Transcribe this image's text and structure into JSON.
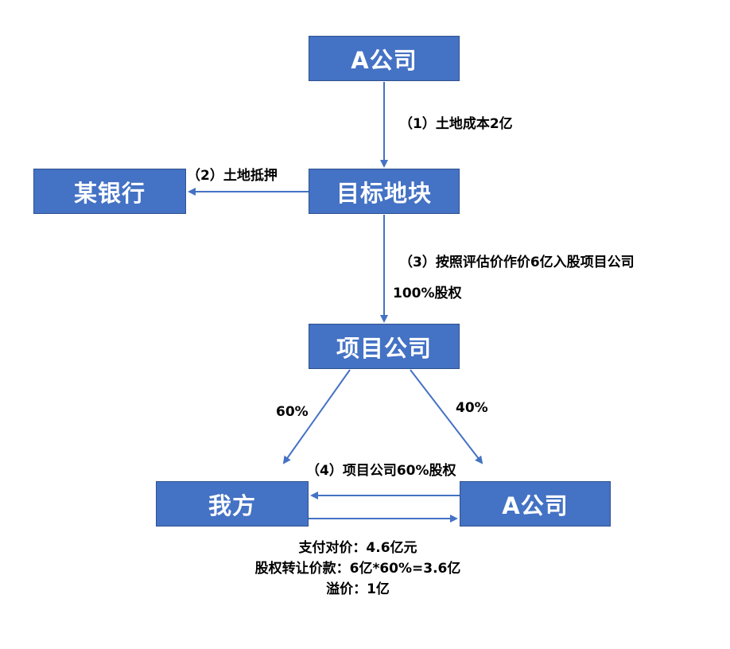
{
  "nodes": {
    "a_company_top": "A公司",
    "target_land": "目标地块",
    "bank": "某银行",
    "project_company": "项目公司",
    "our_side": "我方",
    "a_company_bottom": "A公司"
  },
  "edge_labels": {
    "step1": "（1）土地成本2亿",
    "step2": "（2）土地抵押",
    "step3": "（3）按照评估价作价6亿入股项目公司",
    "step3_sub": "100%股权",
    "share_60": "60%",
    "share_40": "40%",
    "step4": "（4）项目公司60%股权"
  },
  "notes": [
    "支付对价：4.6亿元",
    "股权转让价款：6亿*60%=3.6亿",
    "溢价：1亿"
  ],
  "colors": {
    "box_fill": "#4472c4",
    "box_border": "#2f528f",
    "arrow": "#4472c4",
    "text": "#000000"
  }
}
